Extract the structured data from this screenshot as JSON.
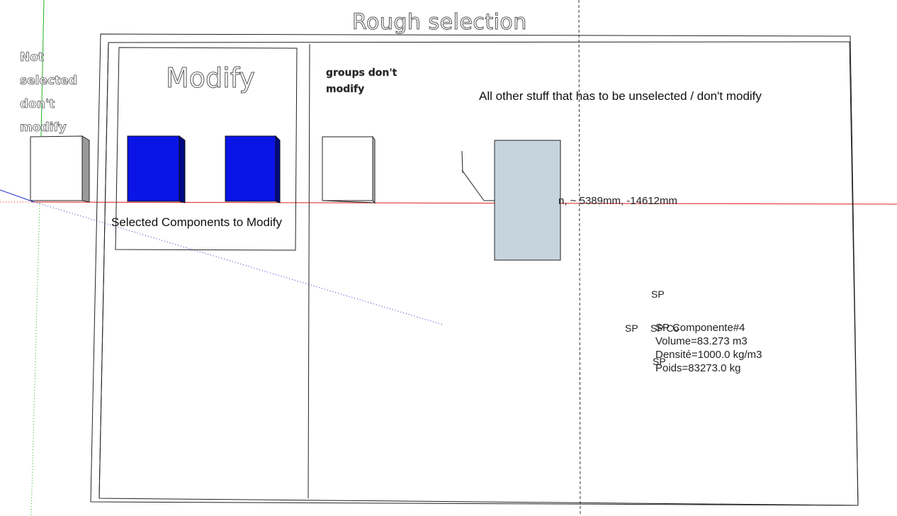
{
  "scene": {
    "title": "Rough selection",
    "modify_heading": "Modify",
    "not_selected_label": "Not selected don't modify",
    "groups_label": "groups don't modify",
    "other_stuff_label": "All other stuff that has to be unselected / don't modify",
    "selected_components_label": "Selected Components to Modify",
    "cursor_coordinates": "n, ~ 5389mm, -14612mm"
  },
  "labels": {
    "sp": "SP",
    "sp_overlap": "SP Co",
    "component_name": "SP Componente#4",
    "volume": "Volume=83.273 m3",
    "density": "Densité=1000.0 kg/m3",
    "weight": "Poids=83273.0 kg"
  },
  "colors": {
    "selected_component_fill": "#0a14e6",
    "selected_component_side": "#000a80",
    "group_fill": "#ffffff",
    "highlight_box_fill": "#c6d4de",
    "axis_red": "#e02020",
    "axis_green": "#20b020",
    "axis_blue": "#2030d0",
    "edge": "#222222"
  }
}
